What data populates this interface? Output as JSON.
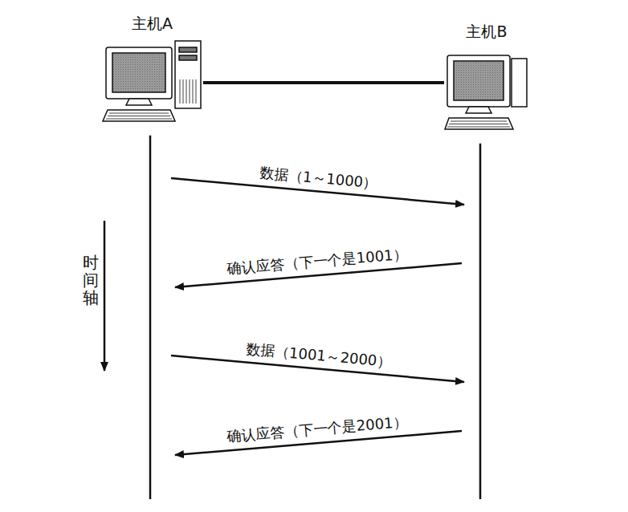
{
  "diagram": {
    "nodes": [
      {
        "text": [
          "主机A"
        ]
      },
      {
        "text": [
          "主机B"
        ]
      }
    ],
    "edges": [
      {
        "from": 0,
        "to": 1,
        "arrow": "none"
      },
      {
        "from": 0,
        "to": 1,
        "label": "数据（1～1000）",
        "arrow": "to"
      },
      {
        "from": 1,
        "to": 0,
        "label": "确认应答（下一个是1001）",
        "arrow": "to"
      },
      {
        "from": 0,
        "to": 1,
        "label": "数据（1001～2000）",
        "arrow": "to"
      },
      {
        "from": 1,
        "to": 0,
        "label": "确认应答（下一个是2001）",
        "arrow": "to"
      }
    ],
    "labels": [
      "时间轴"
    ]
  }
}
